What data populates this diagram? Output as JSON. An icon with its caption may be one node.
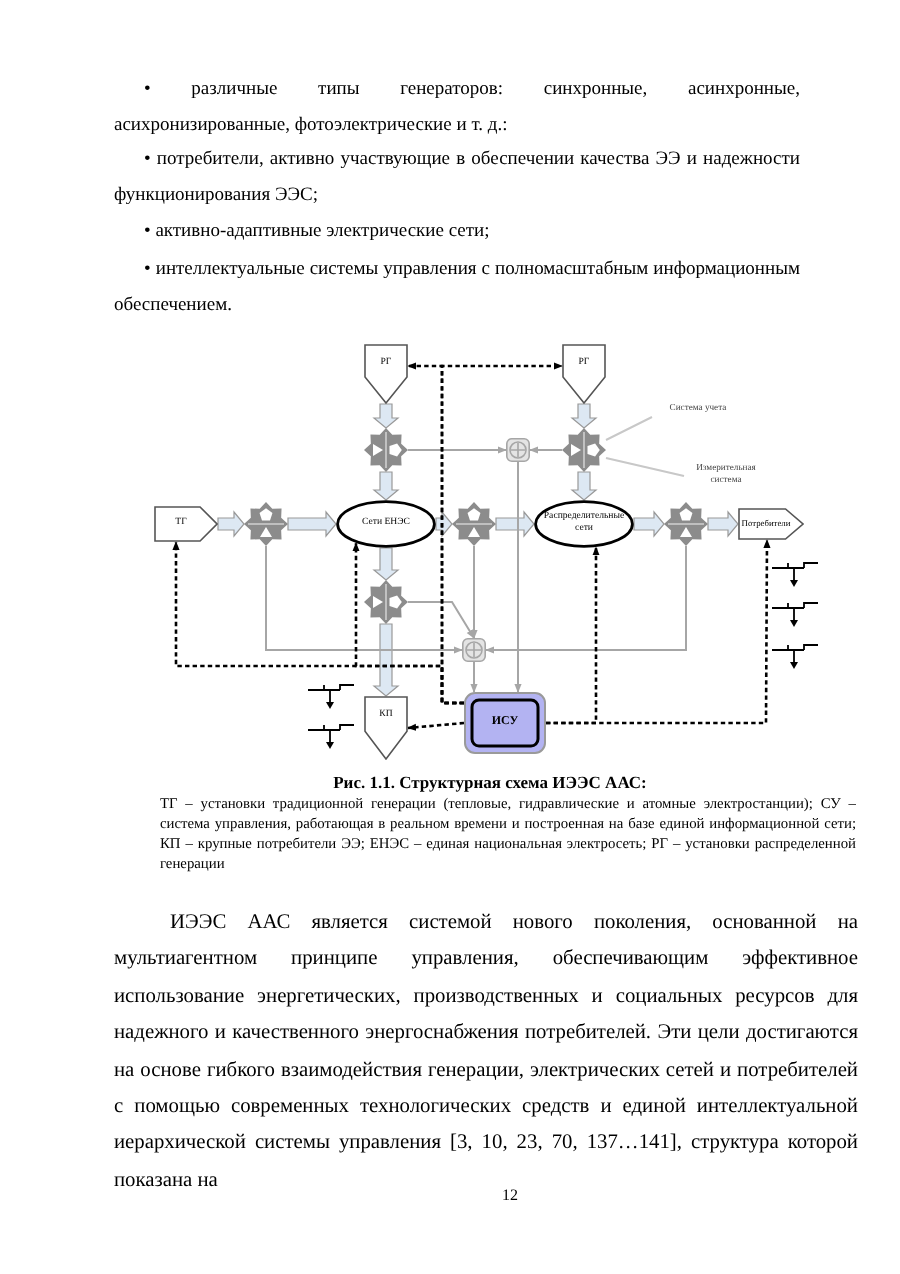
{
  "diagram": {
    "caption": "Рис. 1.1. Структурная схема ИЭЭС ААС:",
    "nodes": [
      {
        "text": [
          "РГ"
        ]
      },
      {
        "text": [
          "РГ"
        ]
      },
      {
        "text": [
          "Система учета"
        ]
      },
      {
        "text": [],
        "shape": "star"
      },
      {
        "text": [],
        "shape": "box"
      },
      {
        "text": [],
        "shape": "star"
      },
      {
        "text": [
          "Измерительная система"
        ]
      },
      {
        "text": [
          "ТГ"
        ]
      },
      {
        "text": [],
        "shape": "star"
      },
      {
        "text": [
          "Сети ЕНЭС"
        ]
      },
      {
        "text": [],
        "shape": "star"
      },
      {
        "text": [
          "Распределительные сети"
        ]
      },
      {
        "text": [],
        "shape": "star"
      },
      {
        "text": [
          "Потребители"
        ]
      },
      {
        "text": [],
        "shape": "star"
      },
      {
        "text": [],
        "shape": "box"
      },
      {
        "text": [
          "КП"
        ]
      },
      {
        "text": [
          "ИСУ"
        ]
      }
    ],
    "edges": [
      {
        "from": 0,
        "to": 3,
        "arrow": "to",
        "style": "thick",
        "color": "#dde8f3"
      },
      {
        "from": 3,
        "to": 9,
        "arrow": "to",
        "style": "thick",
        "color": "#dde8f3"
      },
      {
        "from": 1,
        "to": 5,
        "arrow": "to",
        "style": "thick",
        "color": "#dde8f3"
      },
      {
        "from": 5,
        "to": 11,
        "arrow": "to",
        "style": "thick",
        "color": "#dde8f3"
      },
      {
        "from": 7,
        "to": 8,
        "arrow": "to",
        "style": "thick",
        "color": "#dde8f3"
      },
      {
        "from": 8,
        "to": 9,
        "arrow": "to",
        "style": "thick",
        "color": "#dde8f3"
      },
      {
        "from": 9,
        "to": 10,
        "arrow": "to",
        "style": "thick",
        "color": "#dde8f3"
      },
      {
        "from": 10,
        "to": 11,
        "arrow": "to",
        "style": "thick",
        "color": "#dde8f3"
      },
      {
        "from": 11,
        "to": 12,
        "arrow": "to",
        "style": "thick",
        "color": "#dde8f3"
      },
      {
        "from": 12,
        "to": 13,
        "arrow": "to",
        "style": "thick",
        "color": "#dde8f3"
      },
      {
        "from": 9,
        "to": 14,
        "arrow": "to",
        "style": "thick",
        "color": "#dde8f3"
      },
      {
        "from": 14,
        "to": 16,
        "arrow": "to",
        "style": "thick",
        "color": "#dde8f3"
      },
      {
        "from": 3,
        "to": 4,
        "arrow": "to",
        "color": "#a6a6a6"
      },
      {
        "from": 5,
        "to": 4,
        "arrow": "to",
        "color": "#a6a6a6"
      },
      {
        "from": 4,
        "to": 17,
        "arrow": "to",
        "color": "#a6a6a6"
      },
      {
        "from": 14,
        "to": 15,
        "arrow": "to",
        "color": "#a6a6a6"
      },
      {
        "from": 8,
        "to": 15,
        "arrow": "to",
        "color": "#a6a6a6"
      },
      {
        "from": 10,
        "to": 15,
        "arrow": "to",
        "color": "#a6a6a6"
      },
      {
        "from": 12,
        "to": 15,
        "arrow": "to",
        "color": "#a6a6a6"
      },
      {
        "from": 15,
        "to": 17,
        "arrow": "to",
        "color": "#a6a6a6"
      },
      {
        "from": 17,
        "to": 0,
        "arrow": "to",
        "style": "dashed",
        "color": "#000000"
      },
      {
        "from": 17,
        "to": 1,
        "arrow": "to",
        "style": "dashed",
        "color": "#000000"
      },
      {
        "from": 17,
        "to": 9,
        "arrow": "to",
        "style": "dashed",
        "color": "#000000"
      },
      {
        "from": 17,
        "to": 7,
        "arrow": "to",
        "style": "dashed",
        "color": "#000000"
      },
      {
        "from": 17,
        "to": 16,
        "arrow": "to",
        "style": "dashed",
        "color": "#000000"
      },
      {
        "from": 17,
        "to": 11,
        "arrow": "to",
        "style": "dashed",
        "color": "#000000"
      },
      {
        "from": 17,
        "to": 13,
        "arrow": "to",
        "style": "dashed",
        "color": "#000000"
      },
      {
        "from": 2,
        "to": 5,
        "arrow": "none",
        "color": "#c8c8c8"
      },
      {
        "from": 6,
        "to": 5,
        "arrow": "none",
        "color": "#c8c8c8"
      }
    ],
    "labels": [
      "• различные типы генераторов: синхронные, асинхронные, асихронизированные, фотоэлектрические и т. д.:",
      "• потребители, активно участвующие в обеспечении качества ЭЭ и надежности функционирования ЭЭС;",
      "• активно-адаптивные электрические сети;",
      "• интеллектуальные системы управления с полномасштабным информационным обеспечением.",
      "ТГ – установки традиционной генерации (тепловые, гидравлические и атомные электростанции); СУ – система управления, работающая в реальном времени и построенная на базе единой информационной сети; КП – крупные потребители ЭЭ; ЕНЭС – единая национальная электросеть; РГ – установки распределенной генерации",
      "ИЭЭС ААС является системой нового поколения, основанной на мультиагентном принципе управления, обеспечивающим эффективное использование энергетических, производственных и социальных ресурсов для надежного и качественного энергоснабжения потребителей. Эти цели достигаются на основе гибкого взаимодействия генерации, электрических сетей и потребителей с помощью современных технологических средств и единой интеллектуальной иерархической системы управления [3, 10, 23, 70, 137…141], структура которой показана на",
      "12"
    ]
  }
}
